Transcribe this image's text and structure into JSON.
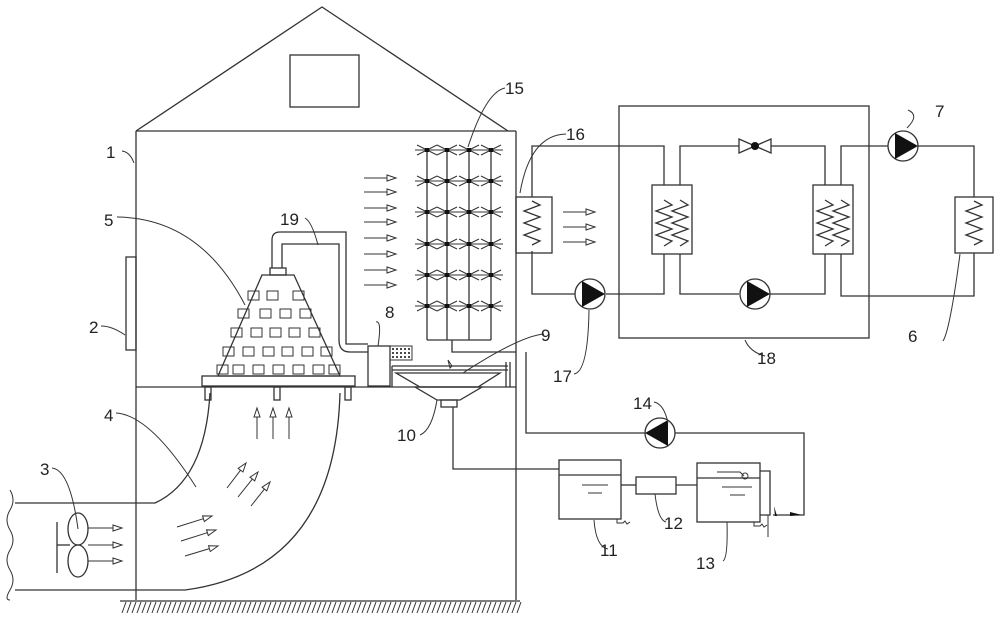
{
  "diagram": {
    "type": "technical-schematic",
    "subject": "greenhouse air-conditioning system with heat-pump loops and water treatment",
    "labels": [
      {
        "id": "1",
        "text": "1",
        "part": "greenhouse-building"
      },
      {
        "id": "2",
        "text": "2",
        "part": "side-wall-panel"
      },
      {
        "id": "3",
        "text": "3",
        "part": "intake-fan"
      },
      {
        "id": "4",
        "text": "4",
        "part": "curved-air-duct"
      },
      {
        "id": "5",
        "text": "5",
        "part": "perforated-cone-diffuser"
      },
      {
        "id": "6",
        "text": "6",
        "part": "outdoor-heat-exchanger"
      },
      {
        "id": "7",
        "text": "7",
        "part": "outdoor-loop-pump"
      },
      {
        "id": "8",
        "text": "8",
        "part": "control-box"
      },
      {
        "id": "9",
        "text": "9",
        "part": "collection-tray"
      },
      {
        "id": "10",
        "text": "10",
        "part": "funnel-drain"
      },
      {
        "id": "11",
        "text": "11",
        "part": "first-water-tank"
      },
      {
        "id": "12",
        "text": "12",
        "part": "filter"
      },
      {
        "id": "13",
        "text": "13",
        "part": "second-water-tank"
      },
      {
        "id": "14",
        "text": "14",
        "part": "return-water-pump"
      },
      {
        "id": "15",
        "text": "15",
        "part": "plant-cultivation-rack"
      },
      {
        "id": "16",
        "text": "16",
        "part": "indoor-heat-exchanger"
      },
      {
        "id": "17",
        "text": "17",
        "part": "indoor-loop-pump"
      },
      {
        "id": "18",
        "text": "18",
        "part": "heat-pump-unit"
      },
      {
        "id": "19",
        "text": "19",
        "part": "air-pipe"
      }
    ]
  }
}
